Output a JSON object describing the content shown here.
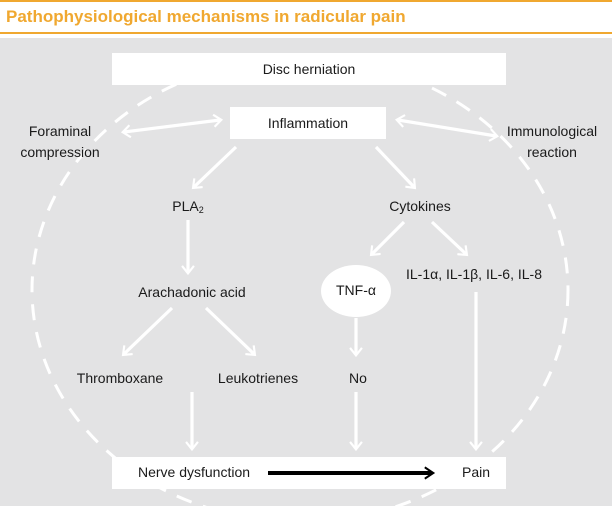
{
  "title": "Pathophysiological mechanisms in radicular pain",
  "nodes": {
    "disc_herniation": "Disc herniation",
    "inflammation": "Inflammation",
    "foraminal_line1": "Foraminal",
    "foraminal_line2": "compression",
    "immuno_line1": "Immunological",
    "immuno_line2": "reaction",
    "pla_base": "PLA",
    "pla_sub": "2",
    "cytokines": "Cytokines",
    "arachadonic": "Arachadonic acid",
    "tnf": "TNF-α",
    "interleukins": "IL-1α, IL-1β, IL-6, IL-8",
    "thromboxane": "Thromboxane",
    "leukotrienes": "Leukotrienes",
    "no": "No",
    "nerve_dysfunction": "Nerve dysfunction",
    "pain": "Pain"
  },
  "colors": {
    "accent": "#f0a830",
    "panel": "#e3e3e4",
    "arrow_white": "#ffffff",
    "arrow_black": "#000000"
  }
}
